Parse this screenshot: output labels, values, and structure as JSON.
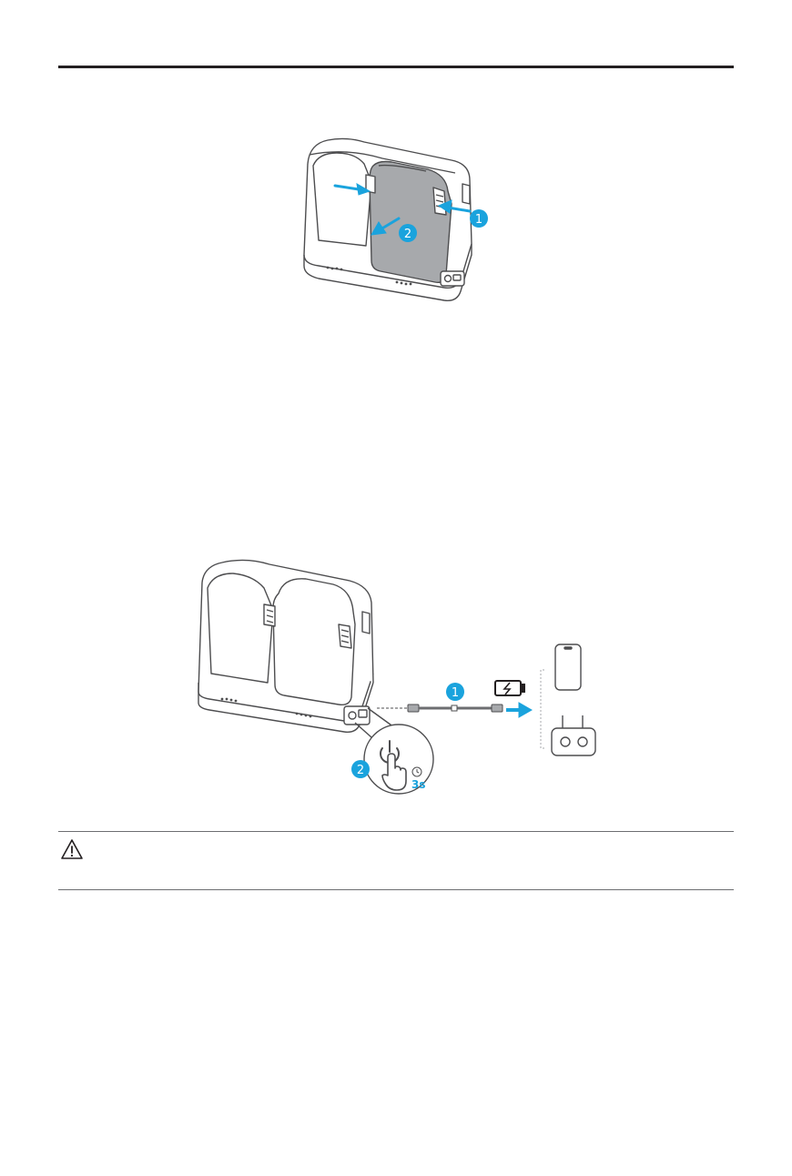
{
  "colors": {
    "accent": "#1aa3dd",
    "rule": "#231f20",
    "outline": "#4d4d4f",
    "battery_fill": "#a7a9ac"
  },
  "figure_remove": {
    "steps": [
      "1",
      "2"
    ]
  },
  "figure_powerbank": {
    "steps": [
      "1",
      "2"
    ],
    "hold_time": "3s",
    "icons": [
      "battery-charging-icon",
      "power-button-icon",
      "clock-icon",
      "smartphone-icon",
      "remote-controller-icon",
      "press-finger-icon"
    ]
  },
  "caution": {
    "icon": "caution-triangle-icon",
    "text": ""
  }
}
